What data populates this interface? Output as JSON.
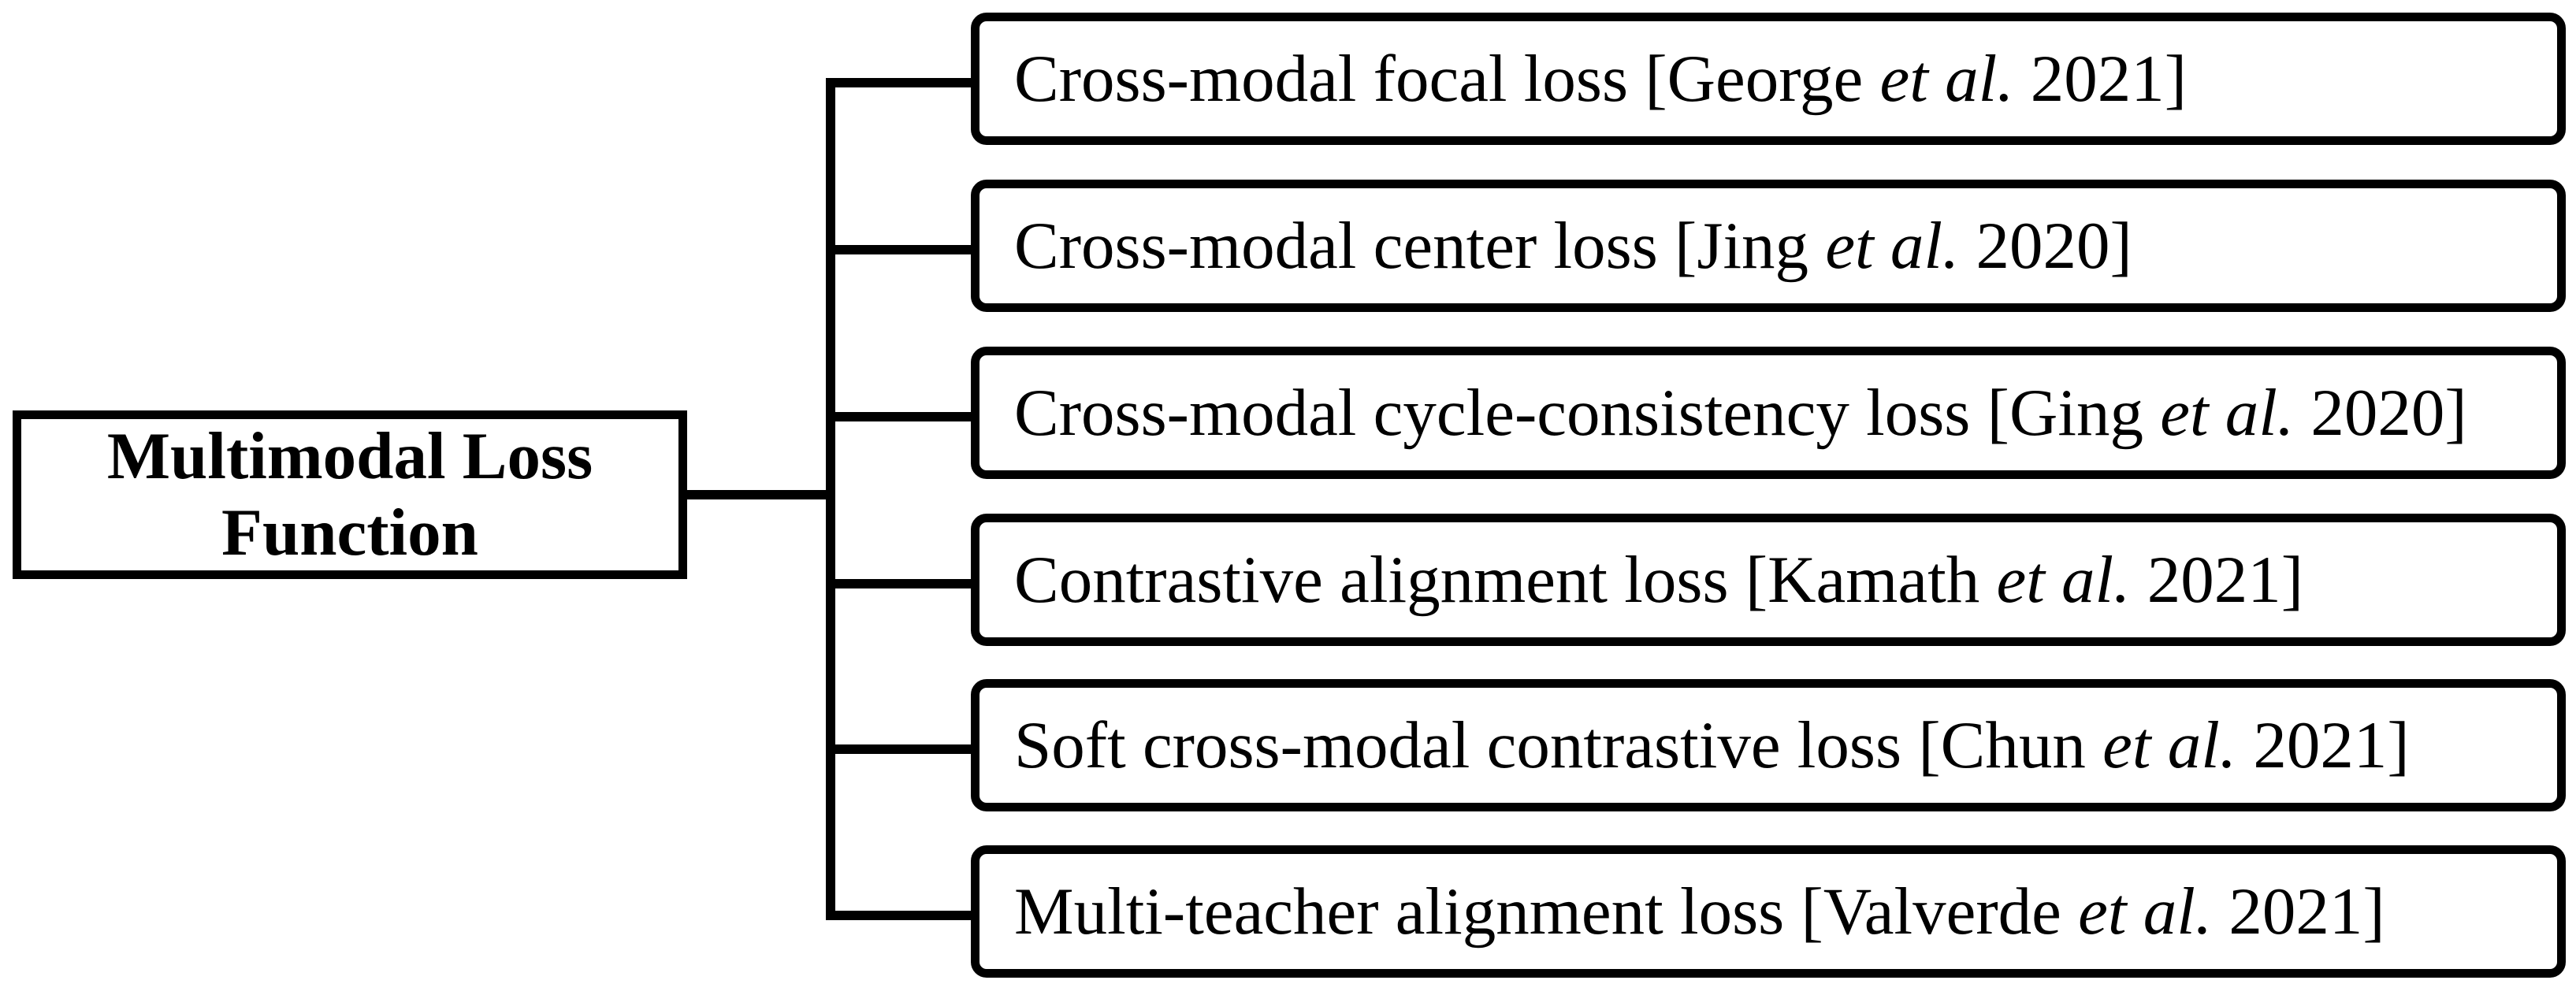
{
  "diagram": {
    "type": "horizontal-tree",
    "root": {
      "label": "Multimodal Loss\nFunction",
      "style": "rectangle",
      "bold": true
    },
    "children": [
      {
        "label": "Cross-modal focal loss [George et al. 2021]",
        "loss_name": "Cross-modal focal loss",
        "citation_author": "George",
        "citation_etal": "et al.",
        "citation_year": "2021"
      },
      {
        "label": "Cross-modal center loss [Jing et al. 2020]",
        "loss_name": "Cross-modal center loss",
        "citation_author": "Jing",
        "citation_etal": "et al.",
        "citation_year": "2020"
      },
      {
        "label": "Cross-modal cycle-consistency loss [Ging et al. 2020]",
        "loss_name": "Cross-modal cycle-consistency loss",
        "citation_author": "Ging",
        "citation_etal": "et al.",
        "citation_year": "2020"
      },
      {
        "label": "Contrastive alignment loss [Kamath et al. 2021]",
        "loss_name": "Contrastive alignment loss",
        "citation_author": "Kamath",
        "citation_etal": "et al.",
        "citation_year": "2021"
      },
      {
        "label": "Soft cross-modal contrastive loss [Chun et al. 2021]",
        "loss_name": "Soft cross-modal contrastive loss",
        "citation_author": "Chun",
        "citation_etal": "et al.",
        "citation_year": "2021"
      },
      {
        "label": "Multi-teacher alignment loss [Valverde et al. 2021]",
        "loss_name": "Multi-teacher alignment loss",
        "citation_author": "Valverde",
        "citation_etal": "et al.",
        "citation_year": "2021"
      }
    ],
    "colors": {
      "line": "#000000",
      "box_fill": "#ffffff",
      "text": "#000000",
      "background": "#ffffff"
    }
  }
}
